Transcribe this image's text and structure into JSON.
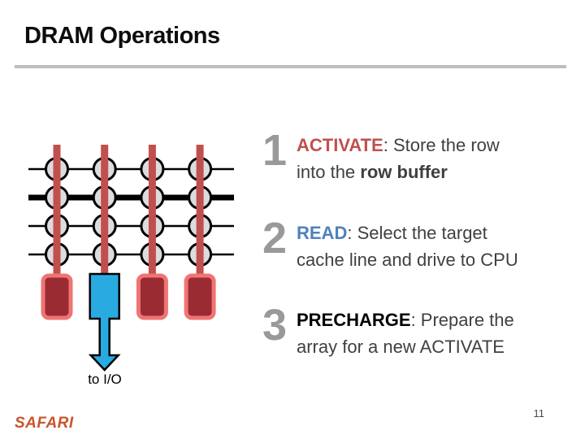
{
  "slide": {
    "title": "DRAM Operations",
    "page_number": "11",
    "footer_logo": "SAFARI",
    "colors": {
      "title": "#0d0d0d",
      "rule": "#bdbdbd",
      "footer_logo": "#c8552c",
      "page_number": "#4a4a4a",
      "body_text": "#404040",
      "step_number": "#999999"
    }
  },
  "diagram": {
    "io_label": "to I/O",
    "grid": {
      "columns": 4,
      "rows": 4,
      "activated_row_index": 1,
      "selected_column_index": 1
    },
    "colors": {
      "bitline": "#c0504d",
      "wordline": "#000000",
      "cell_fill": "#dcdcdc",
      "cell_stroke": "#000000",
      "sense_amp_fill": "#9a2b33",
      "sense_amp_glow": "#f07474",
      "selected_path_fill": "#29abe2",
      "selected_path_stroke": "#000000"
    }
  },
  "steps": [
    {
      "number": "1",
      "keyword": "ACTIVATE",
      "keyword_color": "#c0504d",
      "line1_rest": ": Store the row",
      "line2_text": "into the ",
      "line2_bold": "row buffer"
    },
    {
      "number": "2",
      "keyword": "READ",
      "keyword_color": "#4f81bd",
      "line1_rest": ": Select the target",
      "line2_text": "cache line and drive to CPU",
      "line2_bold": ""
    },
    {
      "number": "3",
      "keyword": "PRECHARGE",
      "keyword_color": "#000000",
      "line1_rest": ": Prepare the",
      "line2_text": "array for a new ACTIVATE",
      "line2_bold": ""
    }
  ]
}
